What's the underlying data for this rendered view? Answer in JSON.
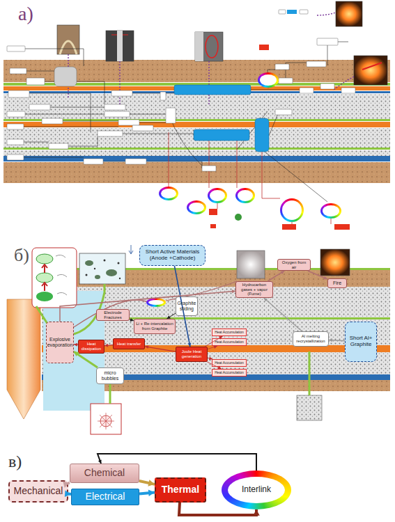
{
  "diagram": {
    "nodes": [
      {
        "text": [
          "Short Active Materials (Anode +Cathode)"
        ]
      },
      {
        "text": [
          "Electrode Fractures"
        ]
      },
      {
        "text": [
          "Li + Re-intercalation from Graphite"
        ]
      },
      {
        "text": [
          "Graphite sliding"
        ]
      },
      {
        "text": [
          "Explosive evaporation"
        ]
      },
      {
        "text": [
          "Heat dissipation"
        ]
      },
      {
        "text": [
          "Heat transfer"
        ]
      },
      {
        "text": [
          "Joule Heat generation"
        ]
      },
      {
        "text": [
          "Heat Accumulation"
        ]
      },
      {
        "text": [
          "Heat Accumulation"
        ]
      },
      {
        "text": [
          "Heat Accumulation"
        ]
      },
      {
        "text": [
          "Heat Accumulation"
        ]
      },
      {
        "text": [
          "Hydrocarbon gases + vapor (Fume)"
        ]
      },
      {
        "text": [
          "Oxygen from air"
        ]
      },
      {
        "text": [
          "Fire"
        ]
      },
      {
        "text": [
          "Al melting recrystallization"
        ]
      },
      {
        "text": [
          "Short Al+ Graphite"
        ]
      },
      {
        "text": [
          "micro bubbles"
        ]
      },
      {
        "text": [
          "Mechanical"
        ]
      },
      {
        "text": [
          "Chemical"
        ]
      },
      {
        "text": [
          "Electrical"
        ]
      },
      {
        "text": [
          "Thermal"
        ]
      },
      {
        "text": [
          "Interlink"
        ]
      }
    ],
    "edges": [
      {
        "from": 0,
        "to": 7,
        "arrow": "to"
      },
      {
        "from": 7,
        "to": 6,
        "arrow": "to"
      },
      {
        "from": 6,
        "to": 5,
        "arrow": "to"
      },
      {
        "from": 5,
        "to": 4,
        "arrow": "to"
      },
      {
        "from": 7,
        "to": 8,
        "arrow": "to"
      },
      {
        "from": 7,
        "to": 9,
        "arrow": "to"
      },
      {
        "from": 7,
        "to": 10,
        "arrow": "to"
      },
      {
        "from": 7,
        "to": 11,
        "arrow": "to"
      },
      {
        "from": 3,
        "to": 2,
        "arrow": "to"
      },
      {
        "from": 1,
        "to": 2,
        "arrow": "to"
      },
      {
        "from": 4,
        "to": 12,
        "arrow": "to"
      },
      {
        "from": 12,
        "to": 13,
        "arrow": "to"
      },
      {
        "from": 13,
        "to": 14,
        "arrow": "to"
      },
      {
        "from": 16,
        "to": 15,
        "arrow": "to"
      },
      {
        "from": 15,
        "to": 12,
        "arrow": "to"
      },
      {
        "from": 17,
        "to": 4,
        "arrow": "to"
      },
      {
        "from": 18,
        "to": 19,
        "arrow": "to"
      },
      {
        "from": 18,
        "to": 20,
        "arrow": "to"
      },
      {
        "from": 19,
        "to": 21,
        "arrow": "to"
      },
      {
        "from": 20,
        "to": 21,
        "arrow": "to"
      },
      {
        "from": 21,
        "to": 22,
        "arrow": "to"
      },
      {
        "from": 22,
        "to": 19,
        "arrow": "to"
      }
    ],
    "labels": [
      "а)",
      "б)",
      "в)"
    ]
  }
}
